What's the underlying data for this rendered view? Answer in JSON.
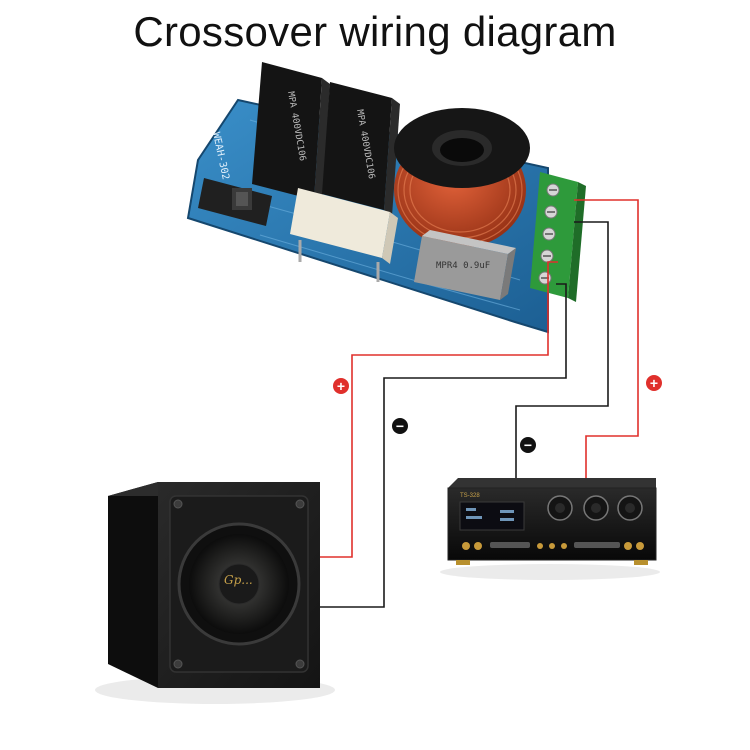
{
  "title": "Crossover wiring diagram",
  "board": {
    "silkscreen": "WEAH-302",
    "relay_label": "MPA 400VDC106",
    "cap_label": "MPR4 0.9uF"
  },
  "amplifier": {
    "model_label": "TS-328"
  },
  "speaker": {
    "logo_text": "Gp..."
  },
  "polarity": {
    "speaker_positive": "+",
    "speaker_negative": "−",
    "amp_negative": "−",
    "amp_positive": "+"
  },
  "colors": {
    "positive_wire": "#e0302c",
    "negative_wire": "#1a1a1a",
    "pcb": "#1f6fa8",
    "coil": "#c0451f",
    "terminal": "#2e9a3b"
  }
}
